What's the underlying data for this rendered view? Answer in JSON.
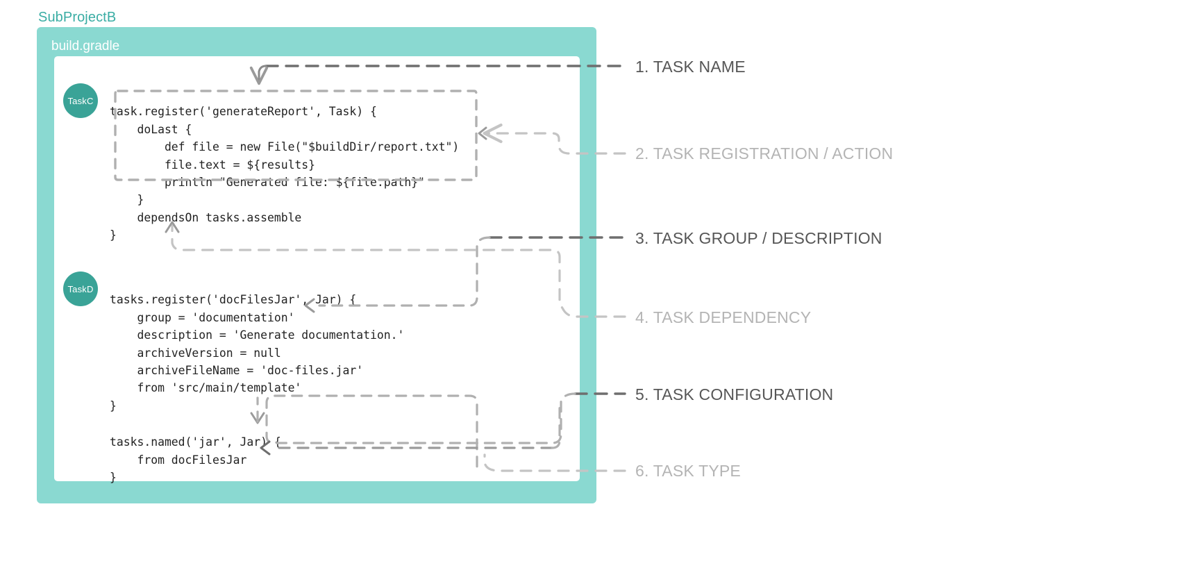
{
  "subproject": {
    "title": "SubProjectB"
  },
  "panel": {
    "filename": "build.gradle",
    "color": "#8ad9d1"
  },
  "badges": [
    {
      "id": "taskc",
      "label": "TaskC",
      "color": "#3aa397"
    },
    {
      "id": "taskd",
      "label": "TaskD",
      "color": "#3aa397"
    }
  ],
  "code": {
    "block1": "task.register('generateReport', Task) {\n    doLast {\n        def file = new File(\"$buildDir/report.txt\")\n        file.text = ${results}\n        println \"Generated file: ${file.path}\"\n    }\n    dependsOn tasks.assemble\n}",
    "block2": "tasks.register('docFilesJar', Jar) {\n    group = 'documentation'\n    description = 'Generate documentation.'\n    archiveVersion = null\n    archiveFileName = 'doc-files.jar'\n    from 'src/main/template'\n}",
    "block3": "tasks.named('jar', Jar) {\n    from docFilesJar\n}"
  },
  "annotations": [
    {
      "number": "1.",
      "text": "1. TASK NAME",
      "emphasis": "dark",
      "color": "#565656"
    },
    {
      "number": "2.",
      "text": "2. TASK REGISTRATION / ACTION",
      "emphasis": "light",
      "color": "#b4b4b4"
    },
    {
      "number": "3.",
      "text": "3. TASK GROUP / DESCRIPTION",
      "emphasis": "dark",
      "color": "#565656"
    },
    {
      "number": "4.",
      "text": "4. TASK DEPENDENCY",
      "emphasis": "light",
      "color": "#b4b4b4"
    },
    {
      "number": "5.",
      "text": "5. TASK CONFIGURATION",
      "emphasis": "dark",
      "color": "#565656"
    },
    {
      "number": "6.",
      "text": "6. TASK TYPE",
      "emphasis": "light",
      "color": "#b4b4b4"
    }
  ],
  "colors": {
    "teal_panel": "#8ad9d1",
    "teal_title": "#3aada4",
    "badge": "#3aa397",
    "dash_dark": "#8c8c8c",
    "dash_light": "#c9c9c9",
    "code_text": "#222222",
    "card": "#ffffff"
  }
}
